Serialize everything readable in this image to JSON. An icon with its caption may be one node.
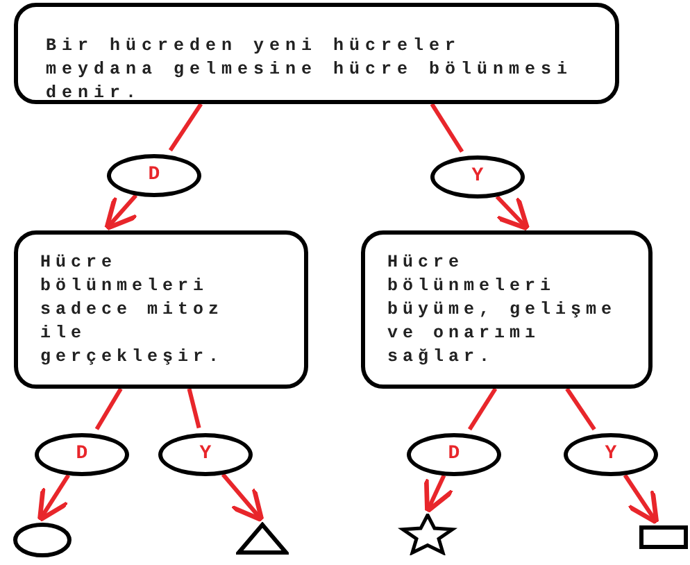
{
  "diagram": {
    "nodes": [
      {
        "text": [
          "Bir hücreden yeni hücreler meydana gelmesine hücre bölünmesi denir."
        ]
      },
      {
        "text": [
          "D"
        ]
      },
      {
        "text": [
          "Y"
        ]
      },
      {
        "text": [
          "Hücre bölünmeleri sadece mitoz ile gerçekleşir."
        ]
      },
      {
        "text": [
          "Hücre bölünmeleri büyüme, gelişme ve onarımı sağlar."
        ]
      },
      {
        "text": [
          "D"
        ]
      },
      {
        "text": [
          "Y"
        ]
      },
      {
        "text": [
          "D"
        ]
      },
      {
        "text": [
          "Y"
        ]
      },
      {
        "text": [],
        "shape": "circle"
      },
      {
        "text": [],
        "shape": "triangle"
      },
      {
        "text": [],
        "shape": "star"
      },
      {
        "text": [],
        "shape": "box"
      }
    ],
    "edges": [
      {
        "from": 0,
        "to": 1,
        "arrow": "none"
      },
      {
        "from": 1,
        "to": 3,
        "arrow": "to"
      },
      {
        "from": 0,
        "to": 2,
        "arrow": "none"
      },
      {
        "from": 2,
        "to": 4,
        "arrow": "to"
      },
      {
        "from": 3,
        "to": 5,
        "arrow": "none"
      },
      {
        "from": 5,
        "to": 9,
        "arrow": "to"
      },
      {
        "from": 3,
        "to": 6,
        "arrow": "none"
      },
      {
        "from": 6,
        "to": 10,
        "arrow": "to"
      },
      {
        "from": 4,
        "to": 7,
        "arrow": "none"
      },
      {
        "from": 7,
        "to": 11,
        "arrow": "to"
      },
      {
        "from": 4,
        "to": 8,
        "arrow": "none"
      },
      {
        "from": 8,
        "to": 12,
        "arrow": "to"
      }
    ]
  }
}
